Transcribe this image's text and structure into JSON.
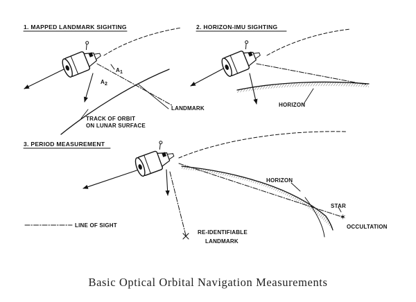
{
  "panels": {
    "p1": {
      "title": "1. MAPPED LANDMARK SIGHTING",
      "landmark": "LANDMARK",
      "track_line1": "TRACK OF ORBIT",
      "track_line2": "ON LUNAR SURFACE",
      "a1": "A",
      "a1_sub": "1",
      "a2": "A",
      "a2_sub": "2"
    },
    "p2": {
      "title": "2. HORIZON-IMU SIGHTING",
      "horizon": "HORIZON"
    },
    "p3": {
      "title": "3. PERIOD MEASUREMENT",
      "horizon": "HORIZON",
      "star": "STAR",
      "occultation": "OCCULTATION",
      "landmark_line1": "RE-IDENTIFIABLE",
      "landmark_line2": "LANDMARK"
    }
  },
  "legend": {
    "line_of_sight": "LINE OF SIGHT"
  },
  "caption": "Basic Optical Orbital Navigation Measurements"
}
